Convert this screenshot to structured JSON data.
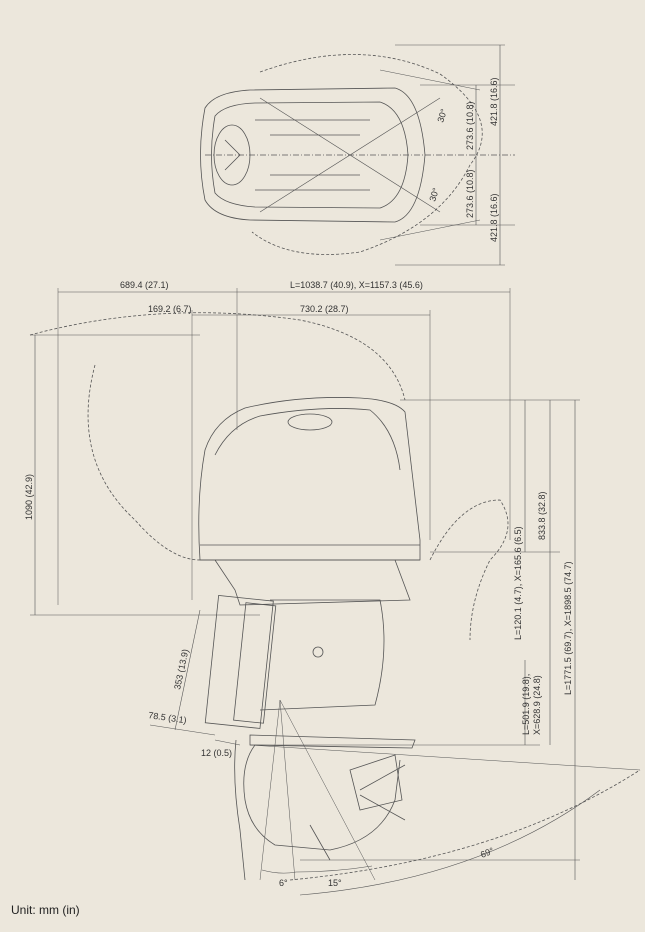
{
  "diagram": {
    "unit_note": "Unit: mm (in)",
    "top_view": {
      "angle_upper": "30°",
      "angle_lower": "30°",
      "dim_upper_inner": "273.6 (10.8)",
      "dim_upper_outer": "421.8 (16.6)",
      "dim_lower_inner": "273.6 (10.8)",
      "dim_lower_outer": "421.8 (16.6)"
    },
    "side_view": {
      "dim_top_overall": "L=1038.7 (40.9), X=1157.3 (45.6)",
      "dim_top_left": "689.4 (27.1)",
      "dim_mid_left": "169.2 (6.7)",
      "dim_mid_right": "730.2 (28.7)",
      "dim_height_left": "1090 (42.9)",
      "dim_right_1": "L=120.1 (4.7), X=165.6 (6.5)",
      "dim_right_2": "833.8 (32.8)",
      "dim_right_3": "L=1771.5 (69.7), X=1898.5 (74.7)",
      "dim_right_4a": "L=501.9 (19.8),",
      "dim_right_4b": "X=628.9 (24.8)",
      "dim_bracket": "353 (13.9)",
      "dim_offset_a": "78.5 (3.1)",
      "dim_offset_b": "12 (0.5)",
      "angle_tilt": "69°",
      "angle_trim_a": "6°",
      "angle_trim_b": "15°"
    }
  }
}
